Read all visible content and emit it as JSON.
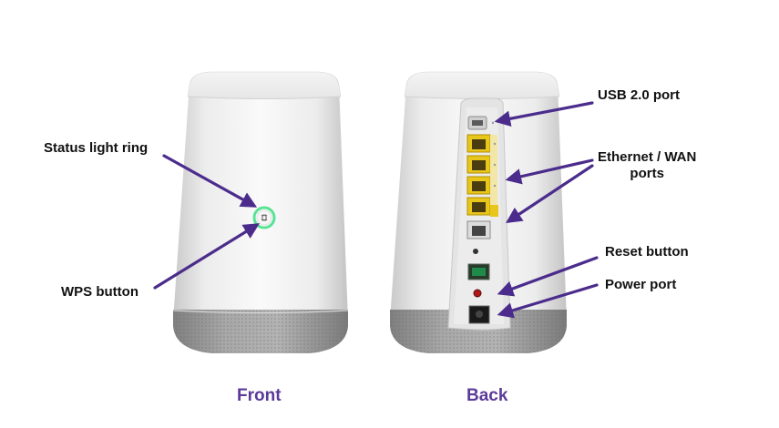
{
  "labels": {
    "status_light_ring": "Status light ring",
    "wps_button": "WPS button",
    "usb_port": "USB 2.0 port",
    "ethernet_line1": "Ethernet / WAN",
    "ethernet_line2": "ports",
    "reset_button": "Reset button",
    "power_port": "Power port"
  },
  "captions": {
    "front": "Front",
    "back": "Back"
  },
  "colors": {
    "arrow": "#4b2c8c",
    "caption": "#5b3a9a",
    "led_ring": "#46e08a",
    "ethernet_ports": "#e9c61c",
    "device_body": "#f2f2f2",
    "speaker_base": "#9a9a9a"
  },
  "icons": [
    "wps-icon"
  ]
}
